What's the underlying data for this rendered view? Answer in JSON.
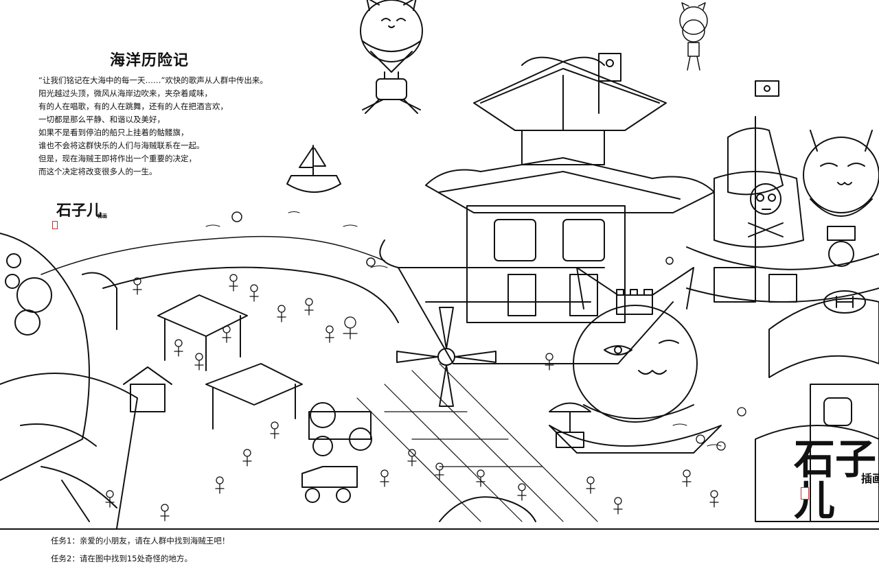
{
  "page": {
    "title": "海洋历险记",
    "story_lines": [
      "“让我们铭记在大海中的每一天……”欢快的歌声从人群中传出来。",
      "阳光越过头顶，微风从海岸边吹来，夹杂着咸味，",
      "有的人在唱歌，有的人在跳舞，还有的人在把酒言欢，",
      "一切都是那么平静、和谐以及美好，",
      "如果不是看到停泊的船只上挂着的骷髅旗，",
      "谁也不会将这群快乐的人们与海贼联系在一起。",
      "但是，现在海贼王即将作出一个重要的决定，",
      "而这个决定将改变很多人的一生。"
    ],
    "tasks": [
      "任务1：亲爱的小朋友，请在人群中找到海贼王吧！",
      "任务2：请在图中找到15处奇怪的地方。"
    ]
  },
  "logo": {
    "mark": "石子儿",
    "sub": "插画"
  },
  "colors": {
    "ink": "#111111",
    "paper": "#ffffff",
    "seal": "#c03030"
  }
}
